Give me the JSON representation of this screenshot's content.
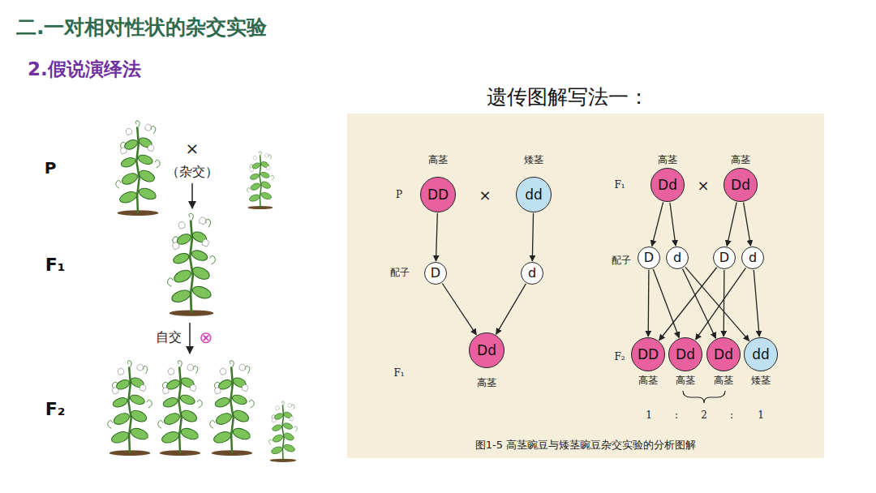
{
  "diagram": {
    "title": "二.一对相对性状的杂交实验",
    "caption": "图1-5 高茎豌豆与矮茎豌豆杂交实验的分析图解",
    "nodes": [
      {
        "text": [
          "DD"
        ]
      },
      {
        "text": [
          "dd"
        ]
      },
      {
        "text": [
          "D"
        ]
      },
      {
        "text": [
          "d"
        ]
      },
      {
        "text": [
          "Dd"
        ]
      },
      {
        "text": [
          "Dd"
        ]
      },
      {
        "text": [
          "Dd"
        ]
      },
      {
        "text": [
          "D"
        ]
      },
      {
        "text": [
          "d"
        ]
      },
      {
        "text": [
          "D"
        ]
      },
      {
        "text": [
          "d"
        ]
      },
      {
        "text": [
          "DD"
        ]
      },
      {
        "text": [
          "Dd"
        ]
      },
      {
        "text": [
          "Dd"
        ]
      },
      {
        "text": [
          "dd"
        ]
      }
    ],
    "edges": [
      {
        "from": 0,
        "to": 2,
        "arrow": "to"
      },
      {
        "from": 1,
        "to": 3,
        "arrow": "to"
      },
      {
        "from": 2,
        "to": 4,
        "arrow": "to"
      },
      {
        "from": 3,
        "to": 4,
        "arrow": "to"
      },
      {
        "from": 5,
        "to": 7,
        "arrow": "to"
      },
      {
        "from": 5,
        "to": 8,
        "arrow": "to"
      },
      {
        "from": 6,
        "to": 9,
        "arrow": "to"
      },
      {
        "from": 6,
        "to": 10,
        "arrow": "to"
      },
      {
        "from": 7,
        "to": 11,
        "arrow": "to"
      },
      {
        "from": 9,
        "to": 11,
        "arrow": "to"
      },
      {
        "from": 7,
        "to": 12,
        "arrow": "to"
      },
      {
        "from": 10,
        "to": 12,
        "arrow": "to"
      },
      {
        "from": 8,
        "to": 13,
        "arrow": "to"
      },
      {
        "from": 9,
        "to": 13,
        "arrow": "to"
      },
      {
        "from": 8,
        "to": 14,
        "arrow": "to"
      },
      {
        "from": 10,
        "to": 14,
        "arrow": "to"
      }
    ],
    "labels": [
      "2.假说演绎法",
      "遗传图解写法一：",
      "P",
      "×",
      "（杂交）",
      "F₁",
      "自交",
      "⊗",
      "F₂",
      "高茎",
      "矮茎",
      "P",
      "×",
      "配子",
      "F₁",
      "高茎",
      "高茎",
      "高茎",
      "F₁",
      "×",
      "配子",
      "F₂",
      "高茎",
      "高茎",
      "高茎",
      "矮茎",
      "1",
      ":",
      "2",
      ":",
      "1"
    ]
  }
}
